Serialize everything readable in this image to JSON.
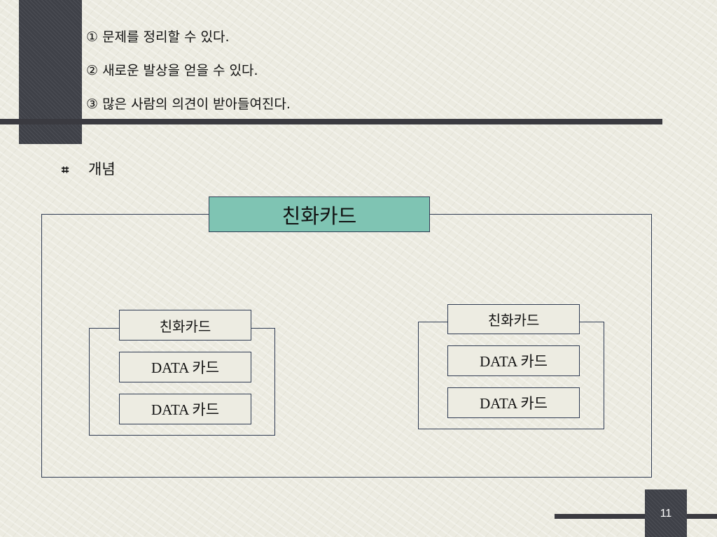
{
  "bullets": [
    "① 문제를 정리할 수 있다.",
    "② 새로운 발상을 얻을 수 있다.",
    "③ 많은 사람의 의견이 받아들여진다."
  ],
  "concept": {
    "marker": "⌗",
    "label": "개념"
  },
  "diagram": {
    "main_title": "친화카드",
    "left_group": {
      "header": "친화카드",
      "cards": [
        "DATA 카드",
        "DATA 카드"
      ]
    },
    "right_group": {
      "header": "친화카드",
      "cards": [
        "DATA 카드",
        "DATA 카드"
      ]
    }
  },
  "page_number": "11",
  "colors": {
    "title_box": "#7fc4b3",
    "dark_accent": "#3f4148",
    "background": "#ecebe1"
  }
}
